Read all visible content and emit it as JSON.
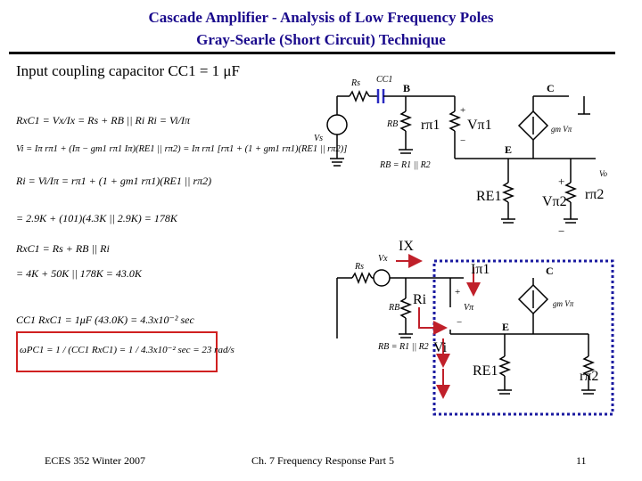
{
  "header": {
    "title_line1": "Cascade Amplifier - Analysis of Low Frequency Poles",
    "title_line2": "Gray-Searle (Short Circuit) Technique"
  },
  "subtitle": "Input coupling capacitor CC1 = 1 μF",
  "equations": [
    "RxC1 = Vx/Ix = Rs + RB || Ri     Ri = Vi/Iπ",
    "Vi = Iπ rπ1 + (Iπ − gm1 rπ1 Iπ)(RE1 || rπ2) = Iπ rπ1 [rπ1 + (1 + gm1 rπ1)(RE1 || rπ2)]",
    "Ri = Vi/Iπ = rπ1 + (1 + gm1 rπ1)(RE1 || rπ2)",
    "= 2.9K + (101)(4.3K || 2.9K) = 178K",
    "RxC1 = Rs + RB || Ri",
    "= 4K + 50K || 178K = 43.0K",
    "CC1 RxC1 = 1μF (43.0K) = 4.3x10⁻² sec",
    "ωPC1 = 1 / (CC1 RxC1) = 1 / 4.3x10⁻² sec = 23 rad/s"
  ],
  "circuit_top": {
    "labels": [
      "Rs",
      "CC1",
      "B",
      "C",
      "Vs",
      "RB",
      "rπ1",
      "Vπ1",
      "+",
      "−",
      "gm Vπ",
      "E",
      "RB = R1 || R2",
      "+",
      "Vπ2",
      "rπ2",
      "−",
      "RE1",
      "Vo"
    ]
  },
  "circuit_bottom": {
    "labels": [
      "Vx",
      "IX",
      "Rs",
      "Iπ1",
      "C",
      "Ri",
      "RB",
      "+",
      "Vπ",
      "−",
      "gm Vπ",
      "E",
      "RB = R1 || R2",
      "Vi",
      "RE1",
      "rπ2"
    ]
  },
  "footer": {
    "left": "ECES 352 Winter 2007",
    "center": "Ch. 7 Frequency Response Part 5",
    "page": "11"
  },
  "colors": {
    "title": "#1a0a8c",
    "arrow": "#c0202a",
    "box": "#1a1aa0",
    "component": "#2a2ac0"
  }
}
